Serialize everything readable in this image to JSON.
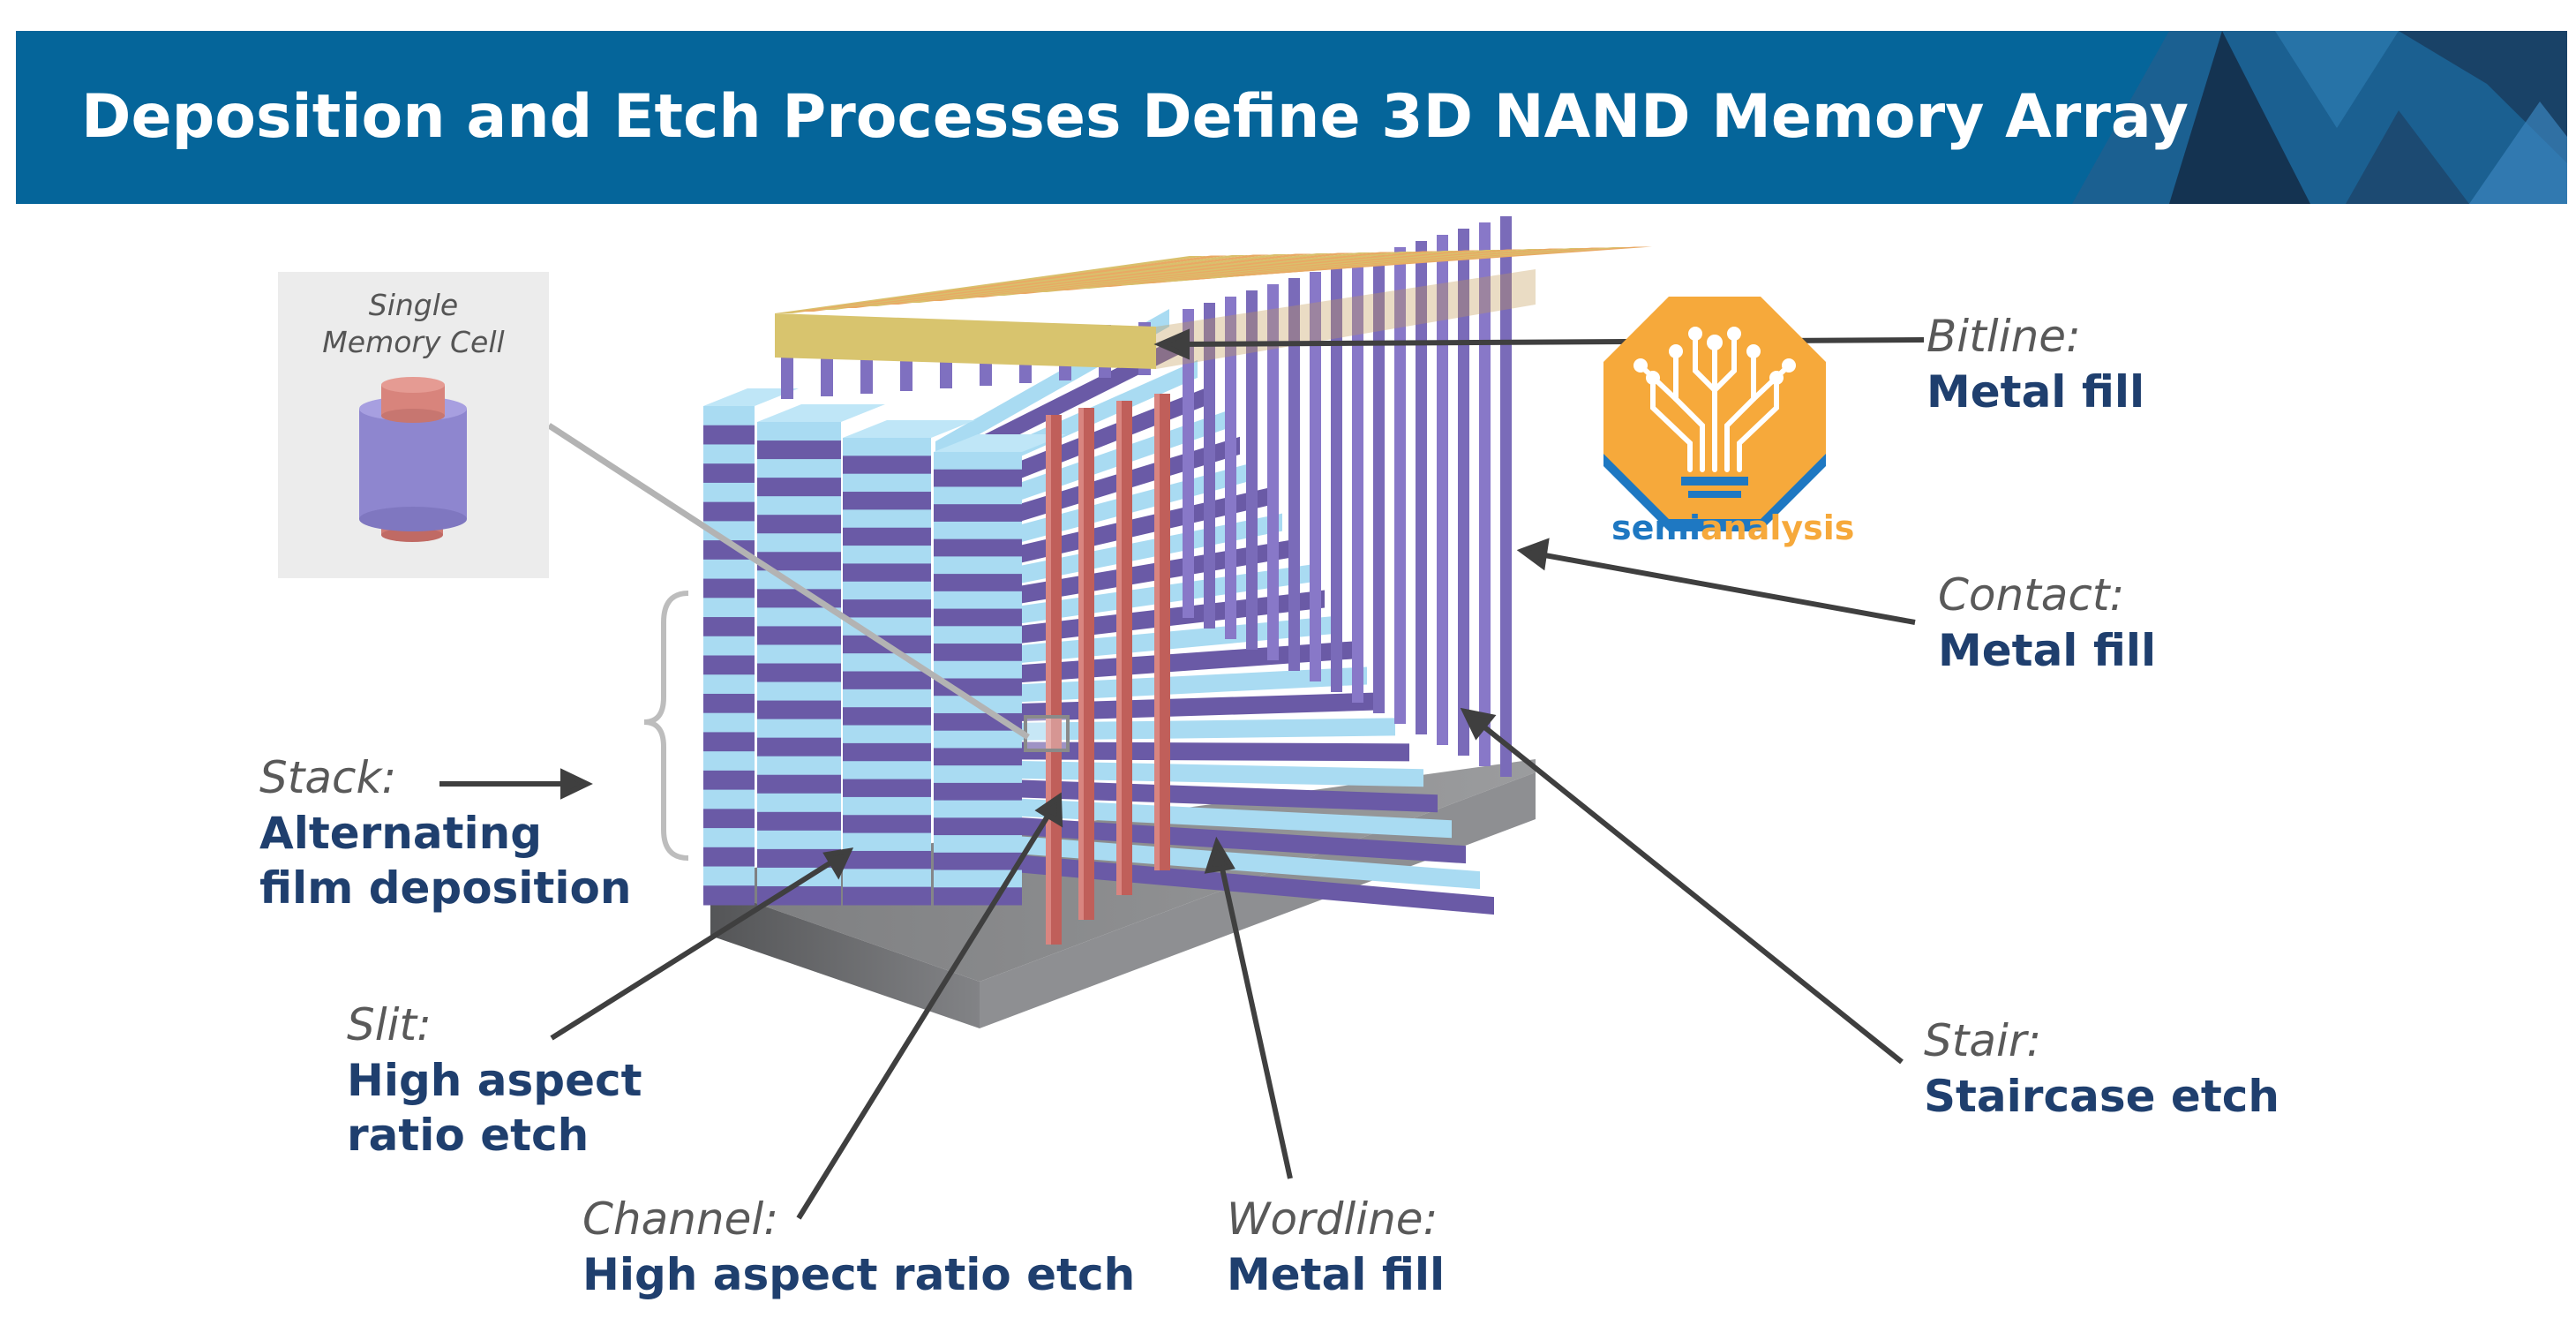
{
  "header": {
    "title": "Deposition and Etch Processes Define 3D NAND Memory Array"
  },
  "colors": {
    "header_bg": "#05659a",
    "label_heading": "#595959",
    "label_desc": "#1f3f6e",
    "stack_light": "#a9dbf2",
    "stack_dark": "#6a5aa6",
    "channel": "#c05f5a",
    "bitline": "#e5a35e",
    "base": "#7a7a7c",
    "logo_orange": "#f6a93b",
    "logo_blue": "#1e78c2"
  },
  "cell_inset": {
    "line1": "Single",
    "line2": "Memory Cell"
  },
  "labels": {
    "bitline": {
      "heading": "Bitline:",
      "desc": "Metal fill"
    },
    "contact": {
      "heading": "Contact:",
      "desc": "Metal fill"
    },
    "stack": {
      "heading": "Stack:",
      "desc1": "Alternating",
      "desc2": "film deposition"
    },
    "slit": {
      "heading": "Slit:",
      "desc1": "High aspect",
      "desc2": "ratio etch"
    },
    "channel": {
      "heading": "Channel:",
      "desc": "High aspect ratio etch"
    },
    "wordline": {
      "heading": "Wordline:",
      "desc": "Metal fill"
    },
    "stair": {
      "heading": "Stair:",
      "desc": "Staircase etch"
    }
  },
  "logo": {
    "part1": "semi",
    "part2": "analysis"
  }
}
